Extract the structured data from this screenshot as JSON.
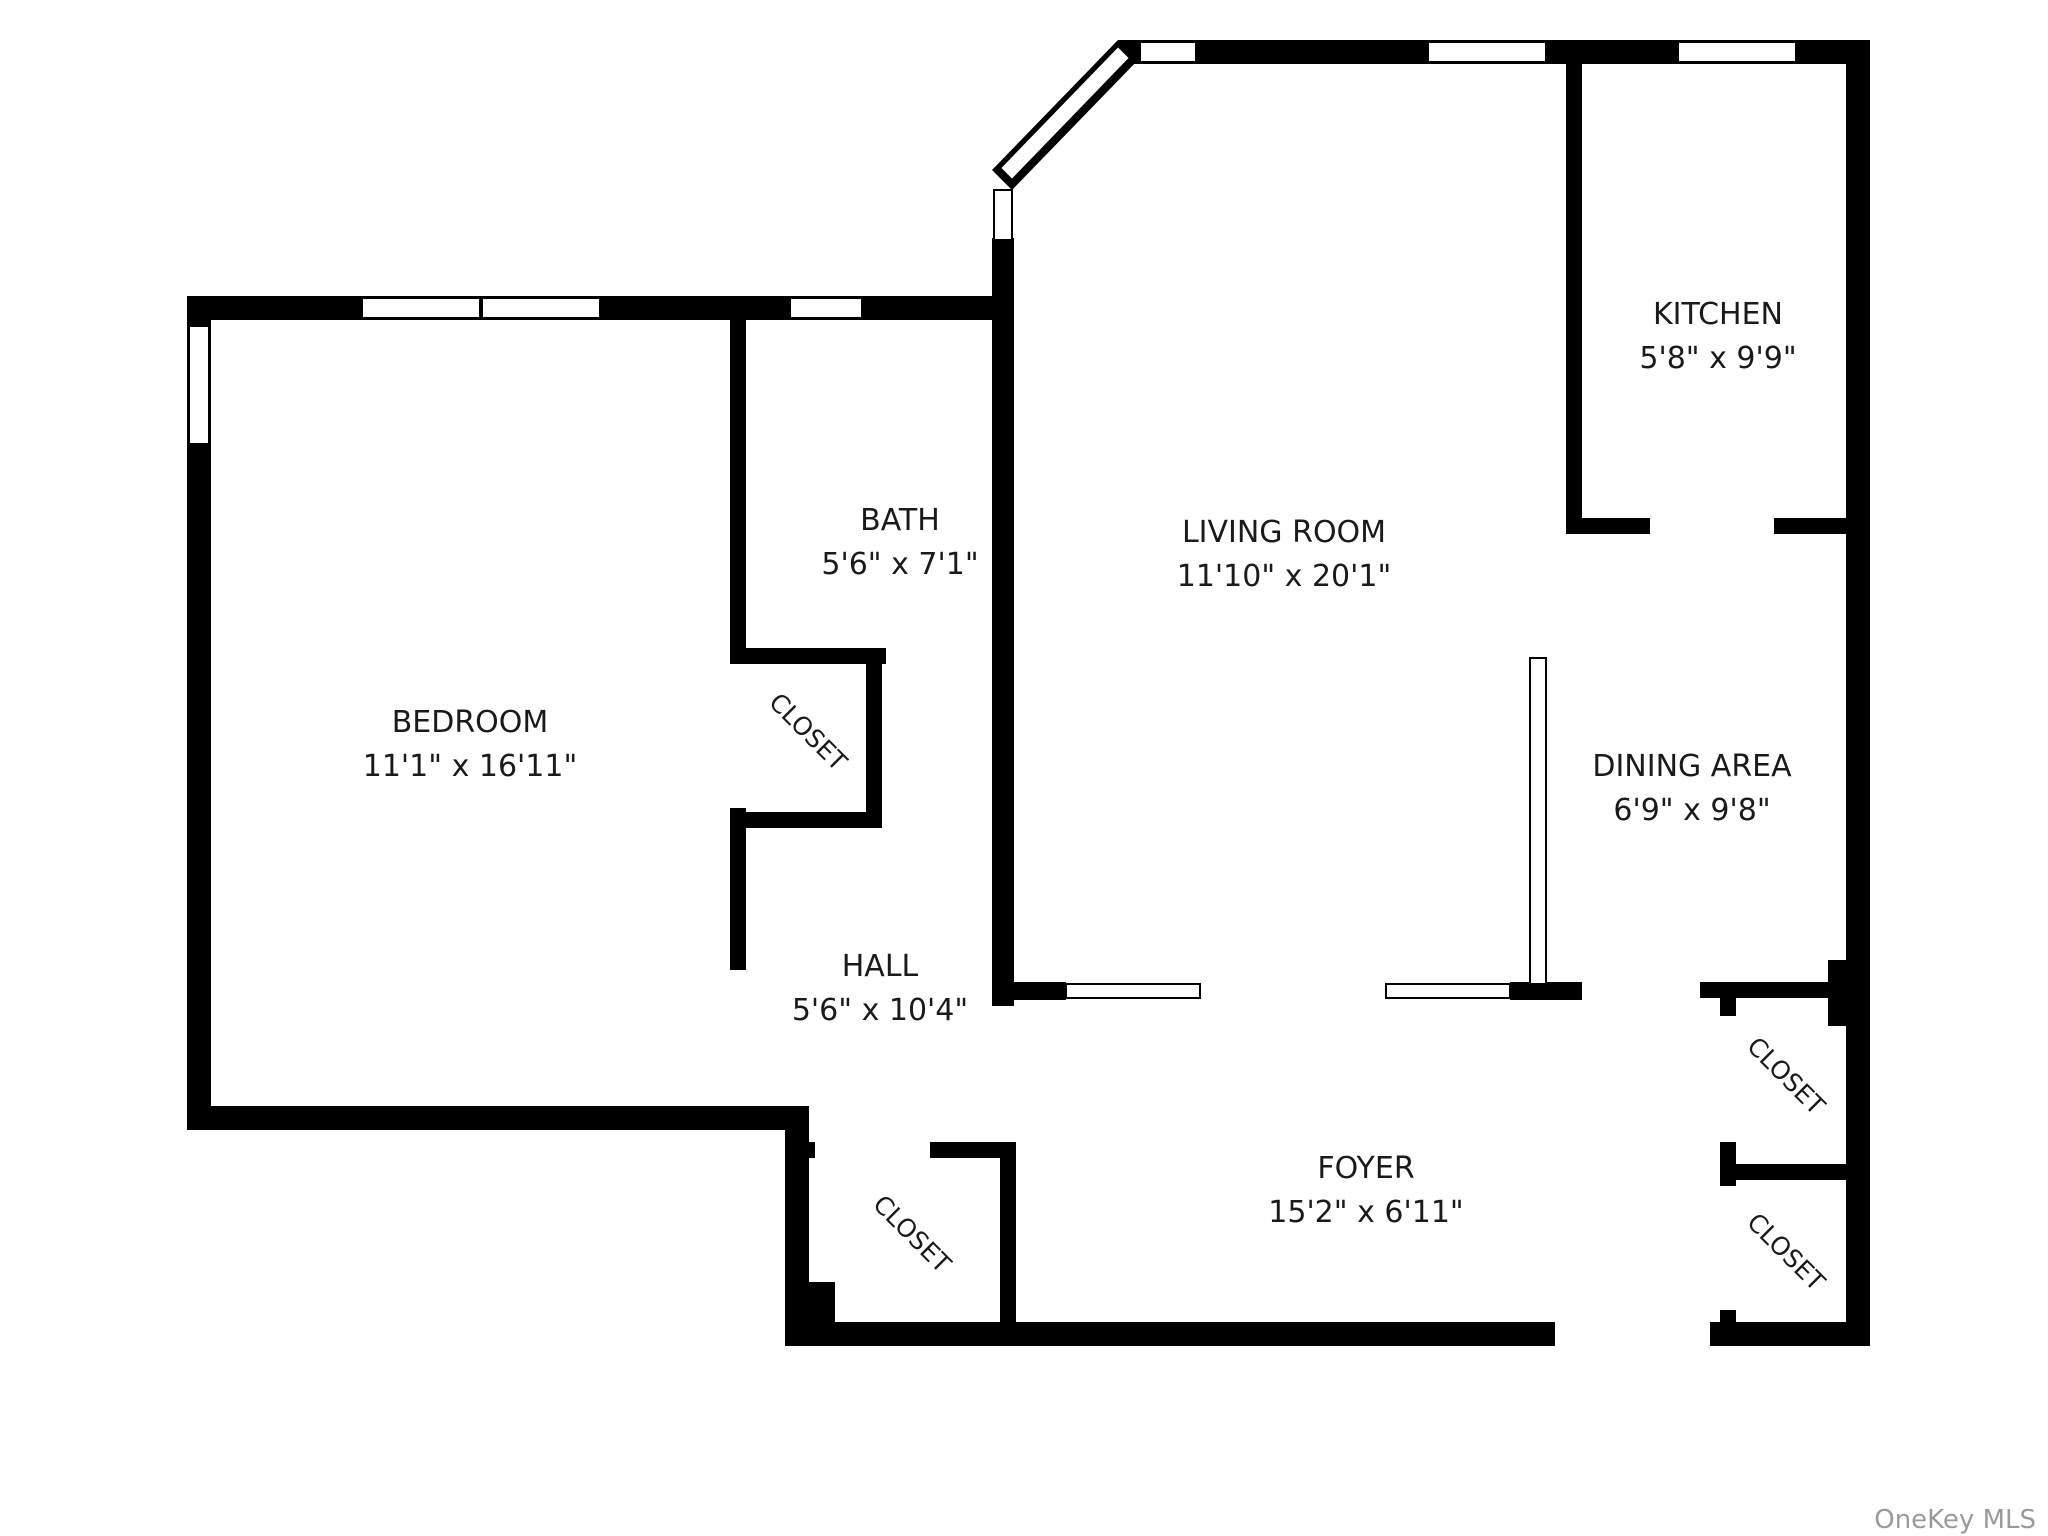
{
  "rooms": {
    "bedroom": {
      "name": "BEDROOM",
      "dims": "11'1\" x 16'11\""
    },
    "bath": {
      "name": "BATH",
      "dims": "5'6\" x 7'1\""
    },
    "living": {
      "name": "LIVING ROOM",
      "dims": "11'10\" x 20'1\""
    },
    "kitchen": {
      "name": "KITCHEN",
      "dims": "5'8\" x 9'9\""
    },
    "dining": {
      "name": "DINING AREA",
      "dims": "6'9\" x 9'8\""
    },
    "hall": {
      "name": "HALL",
      "dims": "5'6\" x 10'4\""
    },
    "foyer": {
      "name": "FOYER",
      "dims": "15'2\" x 6'11\""
    }
  },
  "closets": {
    "bath_closet": "CLOSET",
    "hall_closet": "CLOSET",
    "foyer_closet_1": "CLOSET",
    "foyer_closet_2": "CLOSET"
  },
  "watermark": "OneKey MLS",
  "colors": {
    "wall": "#000000",
    "window_fill": "#ffffff",
    "background": "#ffffff",
    "text": "#1a1a1a"
  }
}
